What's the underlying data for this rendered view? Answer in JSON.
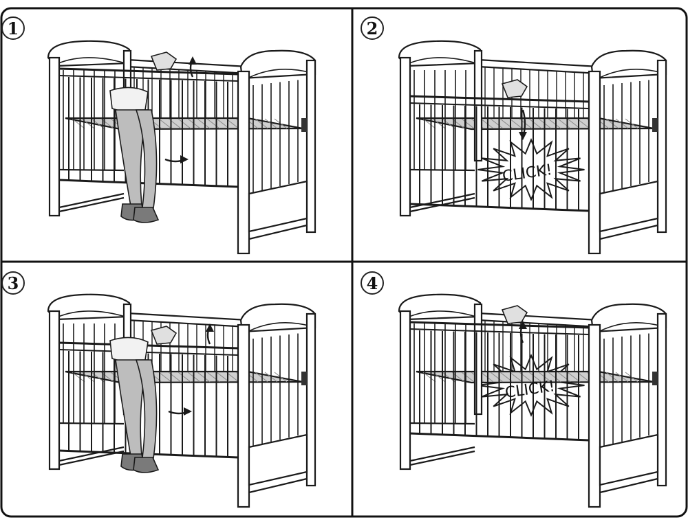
{
  "steps": [
    {
      "number": "1",
      "action": "lower-side-rail",
      "click_text": ""
    },
    {
      "number": "2",
      "action": "rail-lowered",
      "click_text": "CLICK!"
    },
    {
      "number": "3",
      "action": "raise-side-rail",
      "click_text": ""
    },
    {
      "number": "4",
      "action": "rail-raised",
      "click_text": "CLICK!"
    }
  ],
  "colors": {
    "line": "#1a1a1a",
    "frame": "#ffffff",
    "mattress": "#cfcfcf",
    "leg": "#bdbdbd",
    "boot": "#7a7a7a",
    "accent": "#555555"
  },
  "icons": [
    "crib-illustration",
    "person-legs-illustration",
    "hand-icon",
    "arrow-up-icon",
    "arrow-down-icon",
    "arrow-right-icon",
    "click-burst-icon"
  ]
}
